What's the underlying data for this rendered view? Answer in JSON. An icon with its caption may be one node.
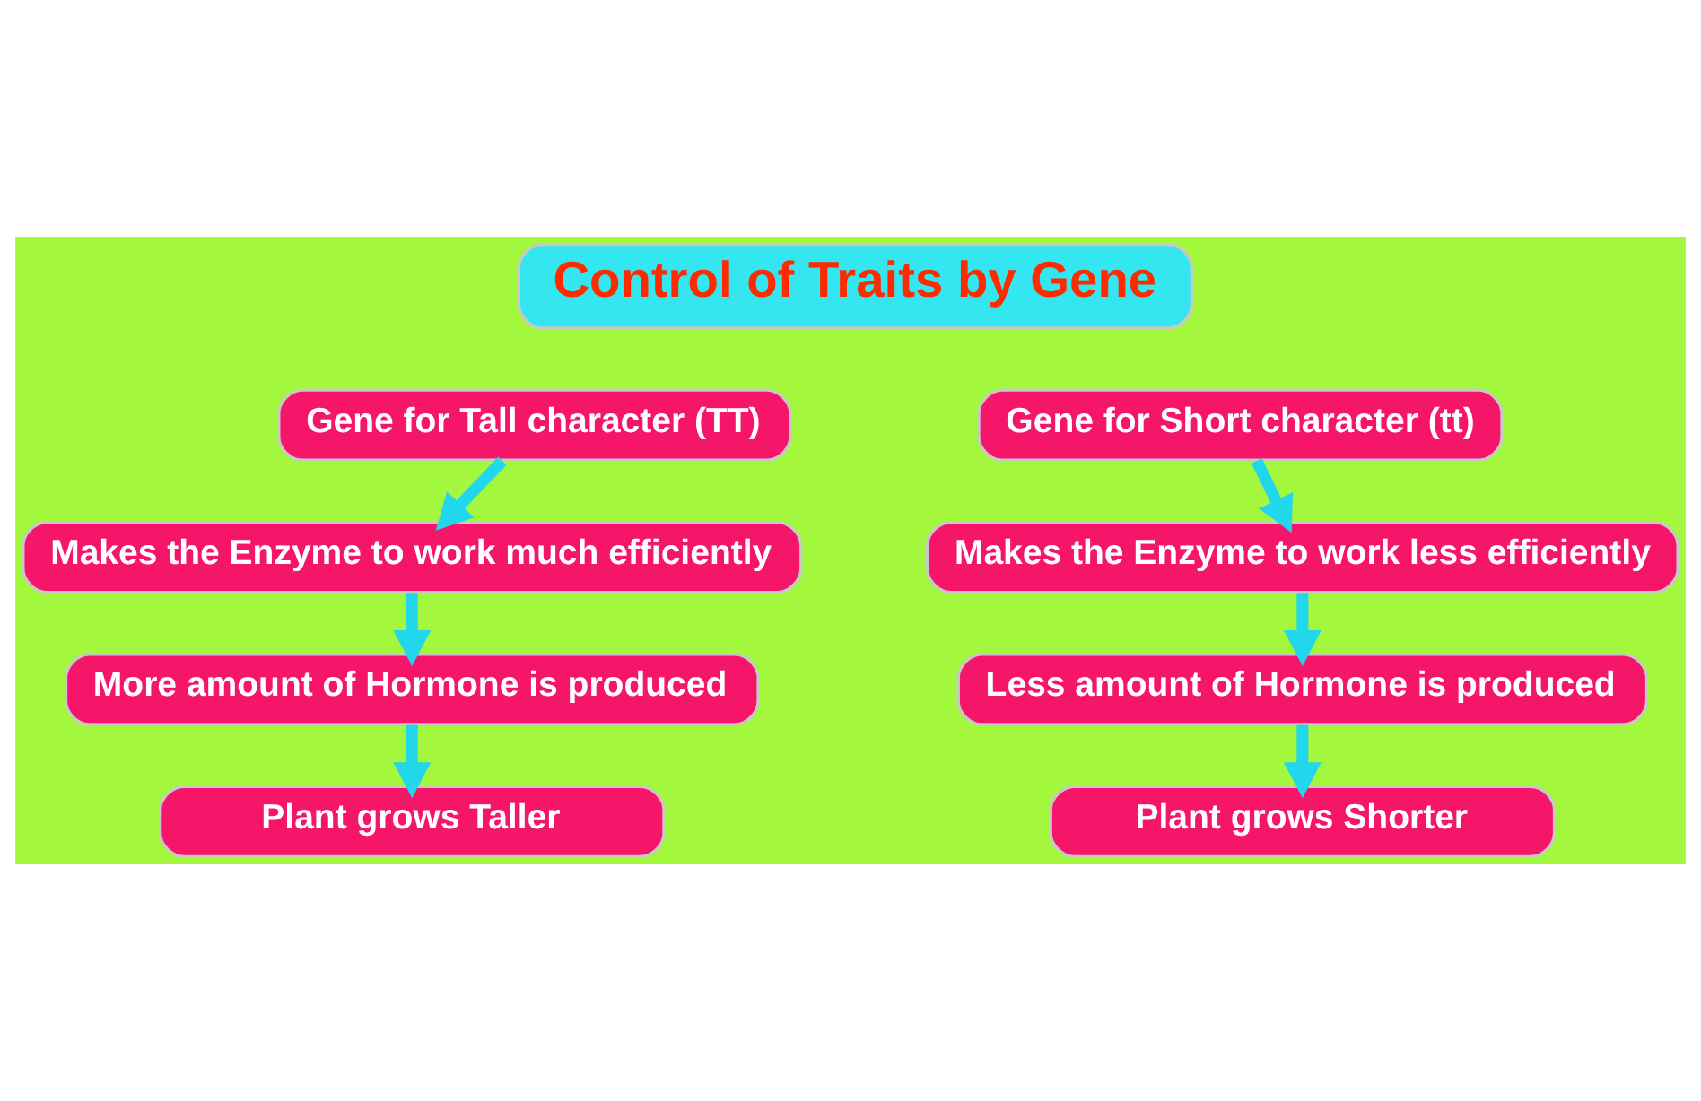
{
  "diagram": {
    "nodes": [
      {
        "text": [
          "Control of Traits by Gene"
        ]
      },
      {
        "text": [
          "Gene for Tall character (TT)"
        ]
      },
      {
        "text": [
          "Makes the Enzyme to work much efficiently"
        ]
      },
      {
        "text": [
          "More amount of Hormone is produced"
        ]
      },
      {
        "text": [
          "Plant grows Taller"
        ]
      },
      {
        "text": [
          "Gene for Short character (tt)"
        ]
      },
      {
        "text": [
          "Makes the Enzyme to work less efficiently"
        ]
      },
      {
        "text": [
          "Less amount of Hormone is produced"
        ]
      },
      {
        "text": [
          "Plant grows Shorter"
        ]
      }
    ],
    "edges": [
      {
        "from": 1,
        "to": 2,
        "arrow": "to"
      },
      {
        "from": 2,
        "to": 3,
        "arrow": "to"
      },
      {
        "from": 3,
        "to": 4,
        "arrow": "to"
      },
      {
        "from": 5,
        "to": 6,
        "arrow": "to"
      },
      {
        "from": 6,
        "to": 7,
        "arrow": "to"
      },
      {
        "from": 7,
        "to": 8,
        "arrow": "to"
      }
    ]
  }
}
